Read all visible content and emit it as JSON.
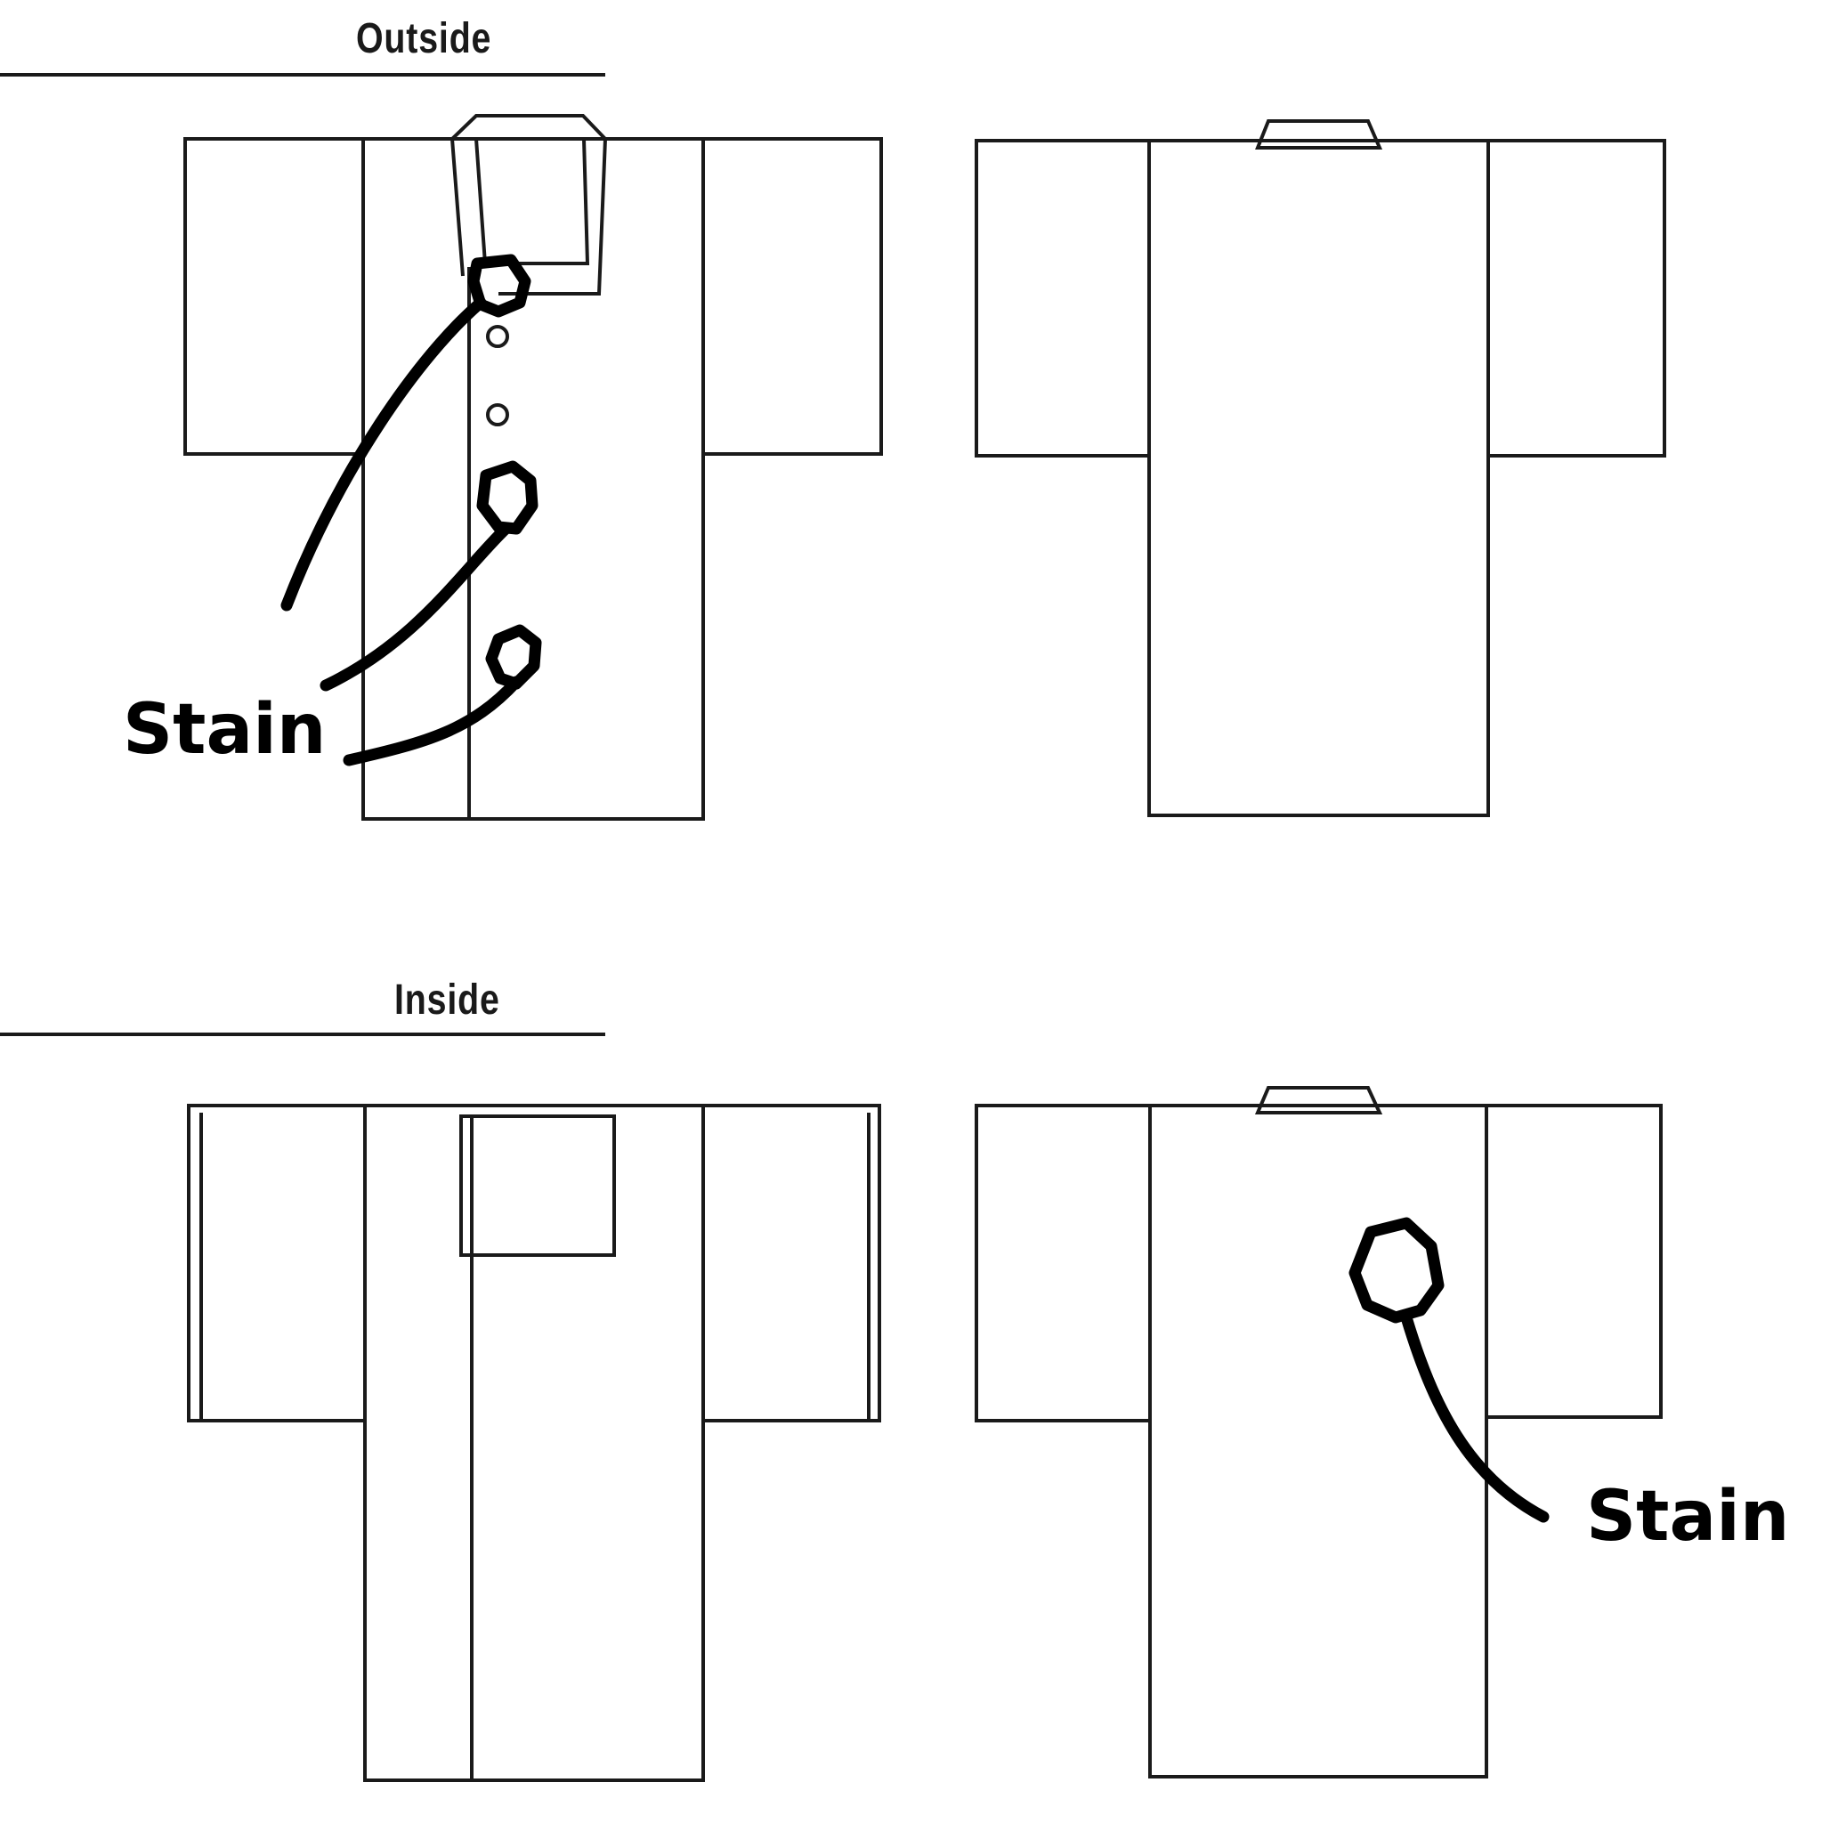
{
  "sections": {
    "outside": {
      "title": "Outside"
    },
    "inside": {
      "title": "Inside"
    }
  },
  "annotations": {
    "outside_front": {
      "label": "Stain",
      "count": 3
    },
    "inside_back": {
      "label": "Stain",
      "count": 1
    }
  }
}
